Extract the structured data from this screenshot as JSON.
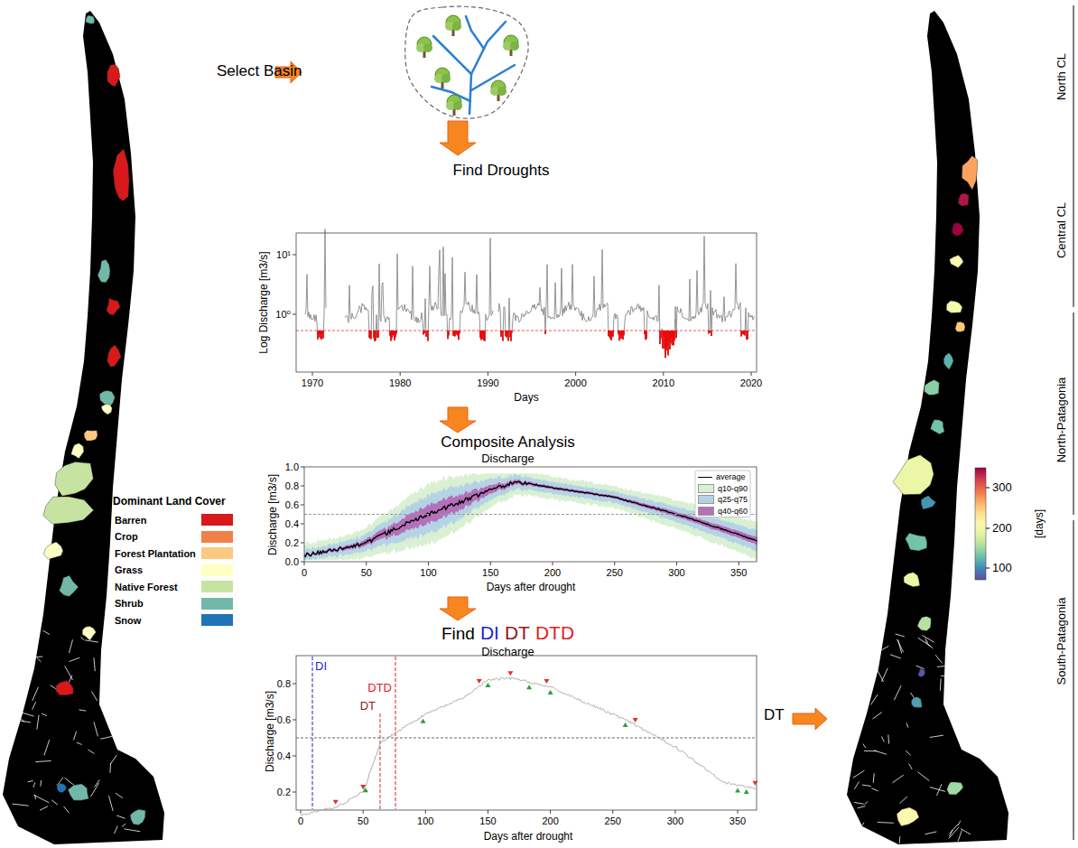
{
  "diagram": {
    "nodes": [
      {
        "text": [
          "Find Droughts"
        ]
      },
      {
        "text": [
          "Composite Analysis",
          "Discharge"
        ]
      },
      {
        "text": [
          "Find",
          "DI",
          "DT",
          "DTD",
          "Discharge"
        ]
      }
    ],
    "edges": [
      {
        "from": 0,
        "to": 1,
        "arrow": "to"
      },
      {
        "from": 1,
        "to": 2,
        "arrow": "to"
      }
    ],
    "labels": [
      "Select Basin",
      "Log Discharge [m3/s]",
      "10¹",
      "10⁰",
      "1970",
      "1980",
      "1990",
      "2000",
      "2010",
      "2020",
      "Days",
      "Discharge [m3/s]",
      "0.0",
      "0.2",
      "0.4",
      "0.6",
      "0.8",
      "1.0",
      "0",
      "50",
      "100",
      "150",
      "200",
      "250",
      "300",
      "350",
      "Days after drought",
      "DI",
      "DT",
      "DTD",
      "Discharge [m3/s]",
      "0.2",
      "0.4",
      "0.6",
      "0.8",
      "0",
      "50",
      "100",
      "150",
      "200",
      "250",
      "300",
      "350",
      "Days after drought",
      "Dominant Land Cover",
      "DT",
      "300",
      "200",
      "100",
      "[days]",
      "North CL",
      "Central CL",
      "North-Patagonia",
      "South-Patagonia"
    ],
    "legend": [
      {
        "text": "Barren",
        "color": "#d7191c"
      },
      {
        "text": "Crop",
        "color": "#f0804a"
      },
      {
        "text": "Forest Plantation",
        "color": "#fdc882"
      },
      {
        "text": "Grass",
        "color": "#ffffc4"
      },
      {
        "text": "Native Forest",
        "color": "#c7e3a2"
      },
      {
        "text": "Shrub",
        "color": "#72b8a8"
      },
      {
        "text": "Snow",
        "color": "#1f74b8"
      },
      {
        "text": "average"
      },
      {
        "text": "q10-q90",
        "color": "#d9f0d3"
      },
      {
        "text": "q25-q75",
        "color": "#b4d4e6"
      },
      {
        "text": "q40-q60",
        "color": "#b470b8"
      }
    ]
  }
}
